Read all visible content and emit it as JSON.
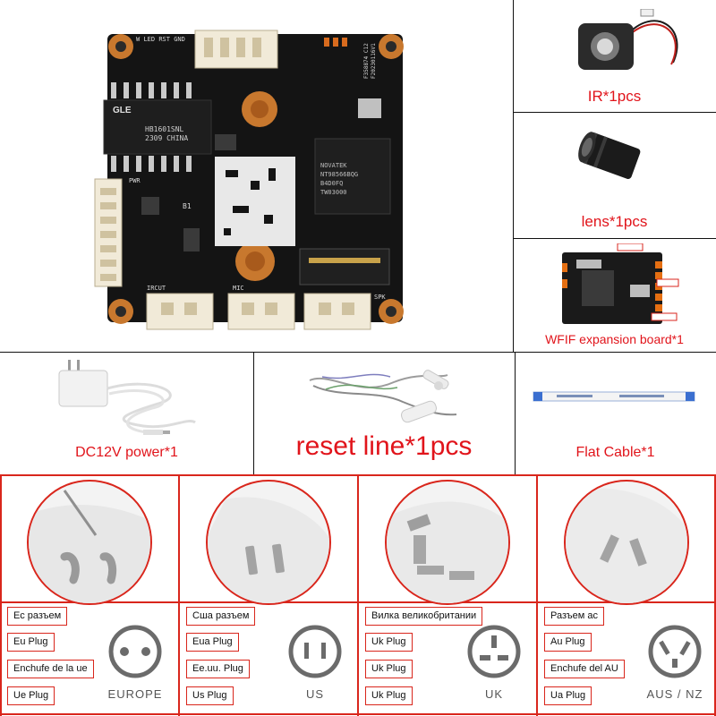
{
  "items": {
    "ir": "IR*1pcs",
    "lens": "lens*1pcs",
    "wifi_board": "WFIF expansion board*1",
    "power": "DC12V power*1",
    "reset": "reset line*1pcs",
    "flat_cable": "Flat Cable*1"
  },
  "pcb": {
    "chip_brand": "NOVATEK",
    "chip_model": "NT98566BQG",
    "chip_line3": "B4D0FQ",
    "chip_line4": "TW03000",
    "transformer_brand": "GLE",
    "transformer_model": "HB1601SNL",
    "transformer_line2": "2309 CHINA",
    "silk_top_left": "W",
    "silk_leds": "LED",
    "silk_rst": "RST",
    "silk_gnd": "GND",
    "silk_irc": "IRCUT",
    "silk_mic": "MIC",
    "silk_spk": "SPK",
    "silk_code": "F358874 C12",
    "silk_date": "F20230116V1",
    "silk_pwr": "PWR",
    "silk_b1": "B1"
  },
  "plugs": [
    {
      "tags": [
        "Ес разъем",
        "Eu Plug",
        "Enchufe de la ue",
        "Ue Plug"
      ],
      "socket_label": "EUROPE",
      "icon": "eu-socket-icon"
    },
    {
      "tags": [
        "Сша разъем",
        "Eua Plug",
        "Ee.uu. Plug",
        "Us Plug"
      ],
      "socket_label": "US",
      "icon": "us-socket-icon"
    },
    {
      "tags": [
        "Вилка великобритании",
        "Uk Plug",
        "Uk Plug",
        "Uk Plug"
      ],
      "socket_label": "UK",
      "icon": "uk-socket-icon"
    },
    {
      "tags": [
        "Разъем ас",
        "Au Plug",
        "Enchufe del AU",
        "Ua Plug"
      ],
      "socket_label": "AUS / NZ",
      "icon": "au-socket-icon"
    }
  ],
  "colors": {
    "accent_red": "#d9261c",
    "caption_red": "#e1141b",
    "pcb_black": "#141414",
    "copper": "#c8782e"
  }
}
